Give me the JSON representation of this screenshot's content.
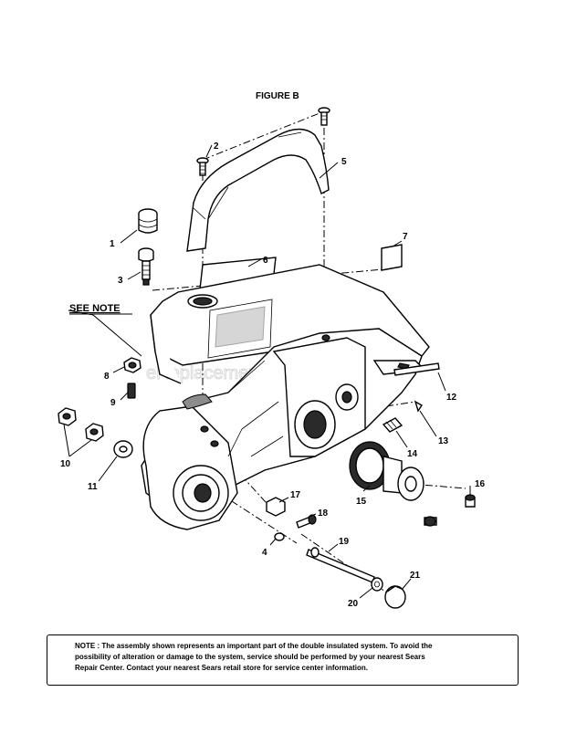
{
  "figure_title": "FIGURE B",
  "see_note": "SEE NOTE",
  "watermark": "eReplacementParts.com",
  "callouts": [
    "1",
    "2",
    "3",
    "4",
    "5",
    "6",
    "7",
    "8",
    "9",
    "10",
    "11",
    "12",
    "13",
    "14",
    "15",
    "16",
    "17",
    "18",
    "19",
    "20",
    "21"
  ],
  "note": {
    "lines": [
      "NOTE : The assembly shown represents an important part of the double insulated system. To avoid the",
      "possibility of alteration or damage to the system, service should be performed by your nearest Sears",
      "Repair Center. Contact your nearest Sears retail store for service center information."
    ]
  }
}
